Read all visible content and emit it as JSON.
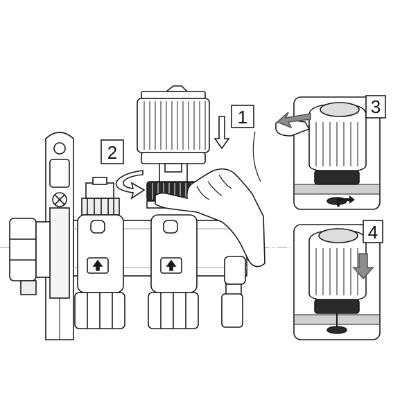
{
  "steps": [
    {
      "label": "1"
    },
    {
      "label": "2"
    },
    {
      "label": "3"
    },
    {
      "label": "4"
    }
  ],
  "colors": {
    "line": "#1a1a1a",
    "fill": "#ffffff",
    "shade": "#cfcfcf",
    "dark": "#2a2a2a",
    "arrow": "#8c8c8c"
  },
  "icons": [
    "arrow-down-icon",
    "rotate-arrow-icon",
    "hand-icon",
    "up-arrow-marker-icon"
  ]
}
